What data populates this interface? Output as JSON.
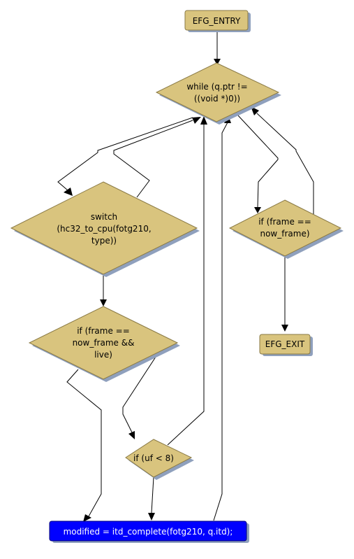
{
  "diagram": {
    "nodes": {
      "entry": {
        "lines": [
          "EFG_ENTRY"
        ]
      },
      "while": {
        "lines": [
          "while (q.ptr !=",
          "((void *)0))"
        ]
      },
      "switch": {
        "lines": [
          "switch",
          "(hc32_to_cpu(fotg210,",
          "type))"
        ]
      },
      "if_frame_now": {
        "lines": [
          "if (frame ==",
          "now_frame)"
        ]
      },
      "exit": {
        "lines": [
          "EFG_EXIT"
        ]
      },
      "if_frame_live": {
        "lines": [
          "if (frame ==",
          "now_frame &&",
          "live)"
        ]
      },
      "if_uf": {
        "lines": [
          "if (uf < 8)"
        ]
      },
      "modified": {
        "lines": [
          "modified = itd_complete(fotg210, q.itd);"
        ]
      }
    },
    "colors": {
      "node_fill": "#d9c47e",
      "node_stroke": "#8a7a45",
      "shadow": "#8fa0bd",
      "highlight_fill": "#0000ff",
      "highlight_text": "#ffffff",
      "edge": "#000000"
    }
  }
}
